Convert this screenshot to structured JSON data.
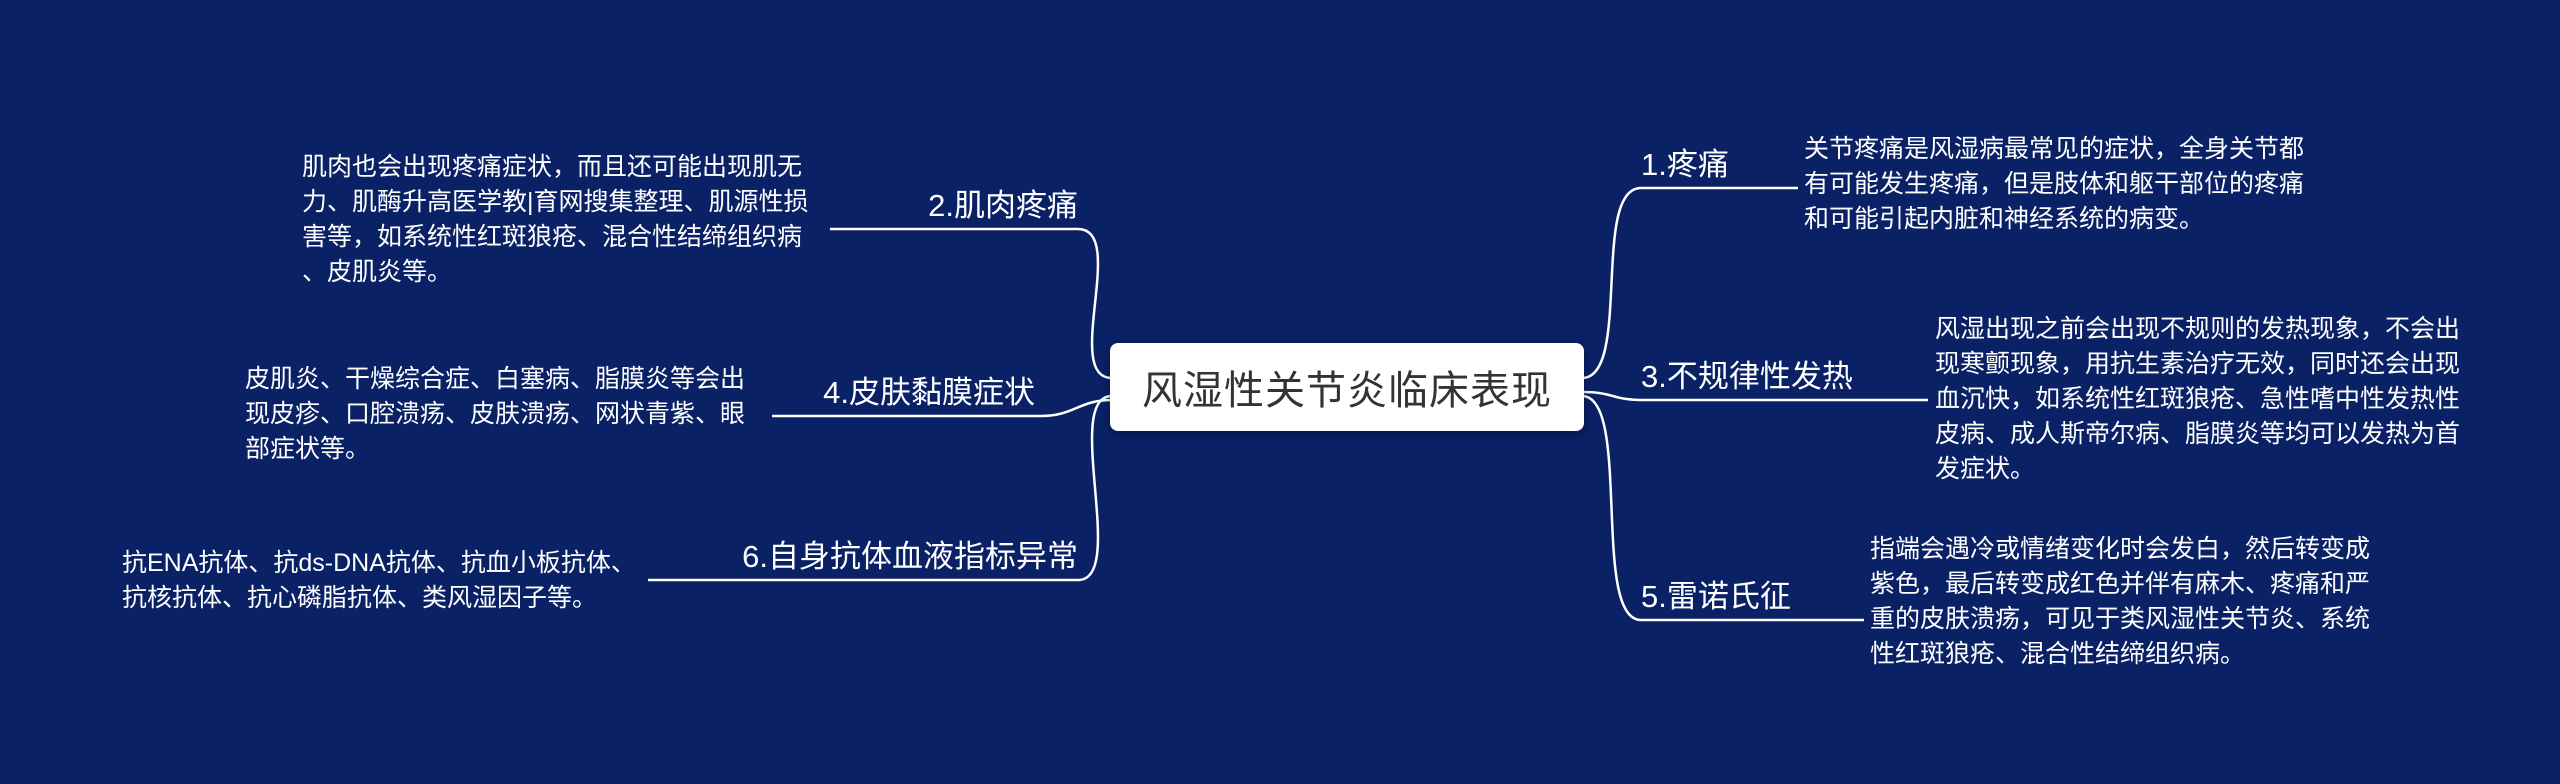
{
  "colors": {
    "bg": "#0a2166",
    "line": "#ffffff",
    "text": "#ffffff",
    "center-bg": "#ffffff",
    "center-text": "#333333"
  },
  "center": {
    "title": "风湿性关节炎临床表现"
  },
  "branches": {
    "pain": {
      "label": "1.疼痛",
      "desc": "关节疼痛是风湿病最常见的症状，全身关节都有可能发生疼痛，但是肢体和躯干部位的疼痛和可能引起内脏和神经系统的病变。"
    },
    "muscle_pain": {
      "label": "2.肌肉疼痛",
      "desc": "肌肉也会出现疼痛症状，而且还可能出现肌无力、肌酶升高医学教|育网搜集整理、肌源性损害等，如系统性红斑狼疮、混合性结缔组织病、皮肌炎等。"
    },
    "irregular_fever": {
      "label": "3.不规律性发热",
      "desc": "风湿出现之前会出现不规则的发热现象，不会出现寒颤现象，用抗生素治疗无效，同时还会出现血沉快，如系统性红斑狼疮、急性嗜中性发热性皮病、成人斯帝尔病、脂膜炎等均可以发热为首发症状。"
    },
    "skin_mucosa": {
      "label": "4.皮肤黏膜症状",
      "desc": "皮肌炎、干燥综合症、白塞病、脂膜炎等会出现皮疹、口腔溃疡、皮肤溃疡、网状青紫、眼部症状等。"
    },
    "raynaud": {
      "label": "5.雷诺氏征",
      "desc": "指端会遇冷或情绪变化时会发白，然后转变成紫色，最后转变成红色并伴有麻木、疼痛和严重的皮肤溃疡，可见于类风湿性关节炎、系统性红斑狼疮、混合性结缔组织病。"
    },
    "autoantibody": {
      "label": "6.自身抗体血液指标异常",
      "desc": "抗ENA抗体、抗ds-DNA抗体、抗血小板抗体、抗核抗体、抗心磷脂抗体、类风湿因子等。"
    }
  }
}
